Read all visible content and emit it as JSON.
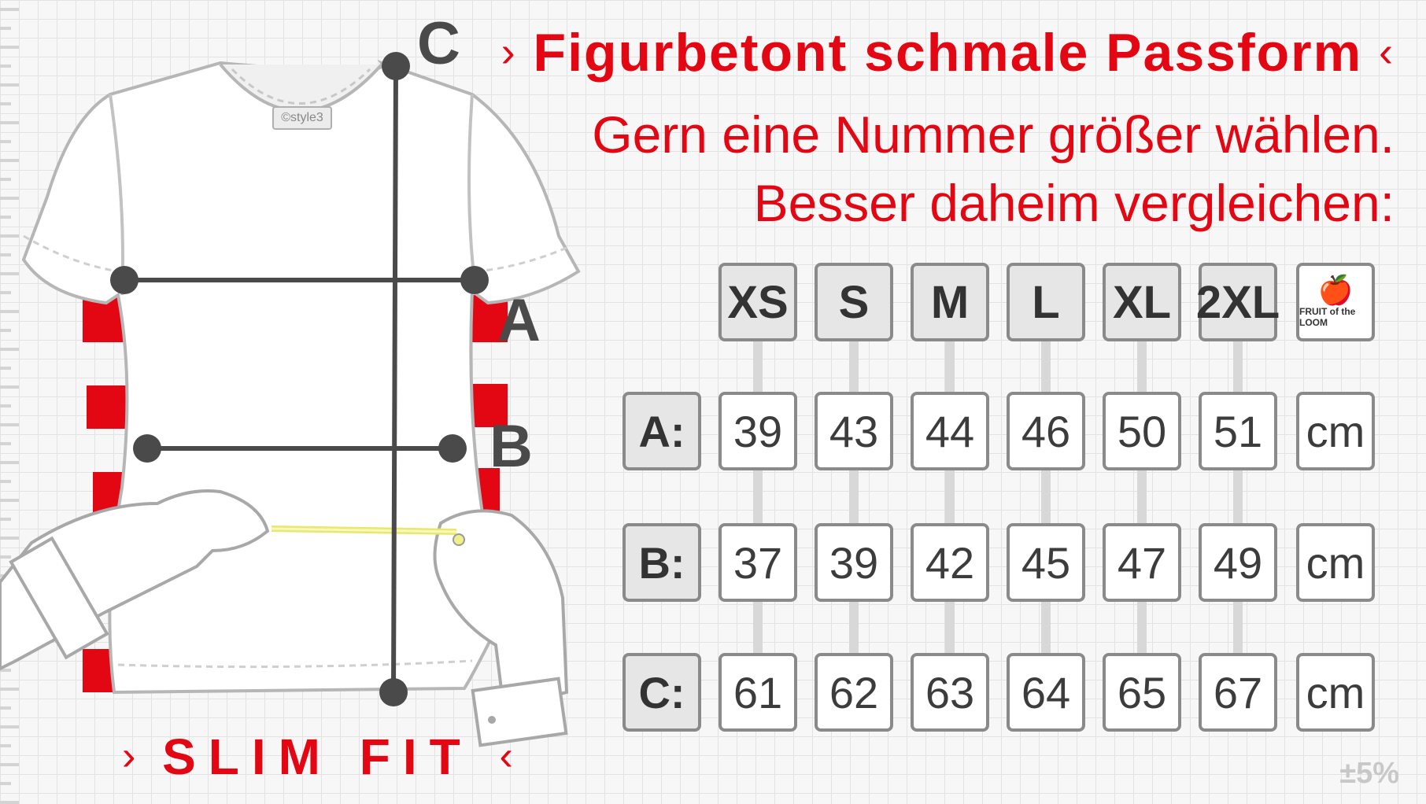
{
  "headline": {
    "left_chevron": "›",
    "text": "Figurbetont schmale Passform",
    "right_chevron": "‹"
  },
  "subline_1": "Gern eine Nummer größer wählen.",
  "subline_2": "Besser daheim vergleichen:",
  "labels": {
    "a": "A",
    "b": "B",
    "c": "C",
    "brand_tag": "©style3"
  },
  "slim_fit": {
    "left": "›",
    "text": "SLIM FIT",
    "right": "‹"
  },
  "table": {
    "sizes": [
      "XS",
      "S",
      "M",
      "L",
      "XL",
      "2XL"
    ],
    "logo": {
      "icon": "fruit-icon",
      "text": "FRUIT of the LOOM"
    },
    "rows": [
      {
        "label": "A:",
        "values": [
          "39",
          "43",
          "44",
          "46",
          "50",
          "51"
        ],
        "unit": "cm"
      },
      {
        "label": "B:",
        "values": [
          "37",
          "39",
          "42",
          "45",
          "47",
          "49"
        ],
        "unit": "cm"
      },
      {
        "label": "C:",
        "values": [
          "61",
          "62",
          "63",
          "64",
          "65",
          "67"
        ],
        "unit": "cm"
      }
    ]
  },
  "tolerance": "±5%",
  "colors": {
    "accent": "#e30613",
    "line": "#4a4a4a",
    "tape": "#f0f08a"
  }
}
